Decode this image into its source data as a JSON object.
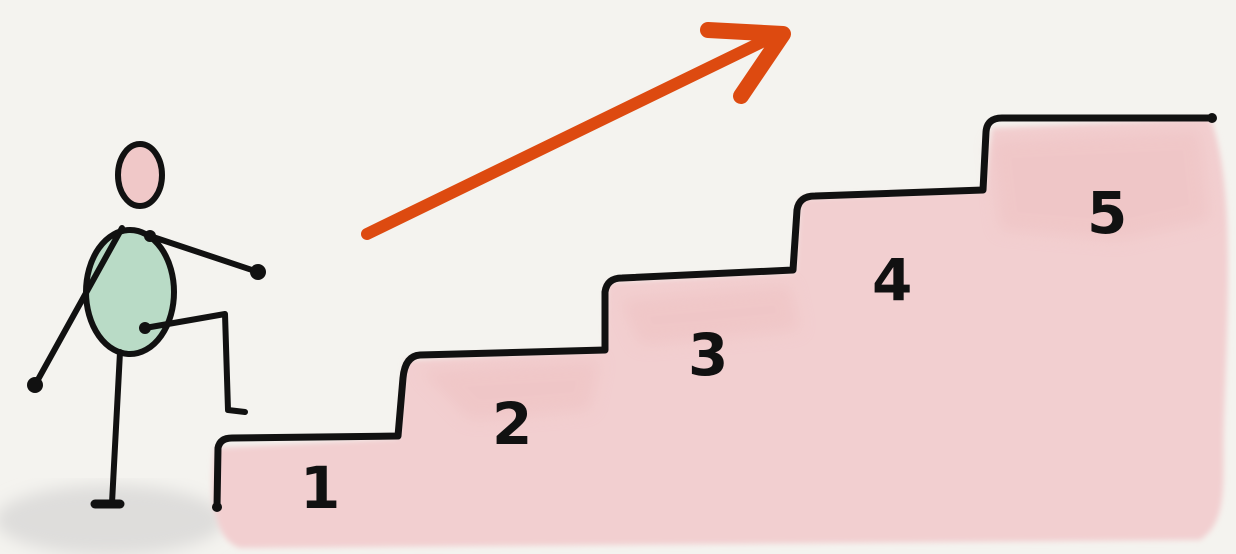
{
  "steps": [
    {
      "label": "1"
    },
    {
      "label": "2"
    },
    {
      "label": "3"
    },
    {
      "label": "4"
    },
    {
      "label": "5"
    }
  ],
  "colors": {
    "background": "#f4f3ef",
    "stair_fill": "#f2cfd0",
    "stair_line": "#111111",
    "arrow": "#dd4a10",
    "figure_body": "#b9dbc6",
    "figure_head": "#f0c8c8",
    "ground_shadow": "#dedddb"
  },
  "icons": {
    "figure": "stick-figure-climbing",
    "arrow": "up-right-arrow"
  }
}
